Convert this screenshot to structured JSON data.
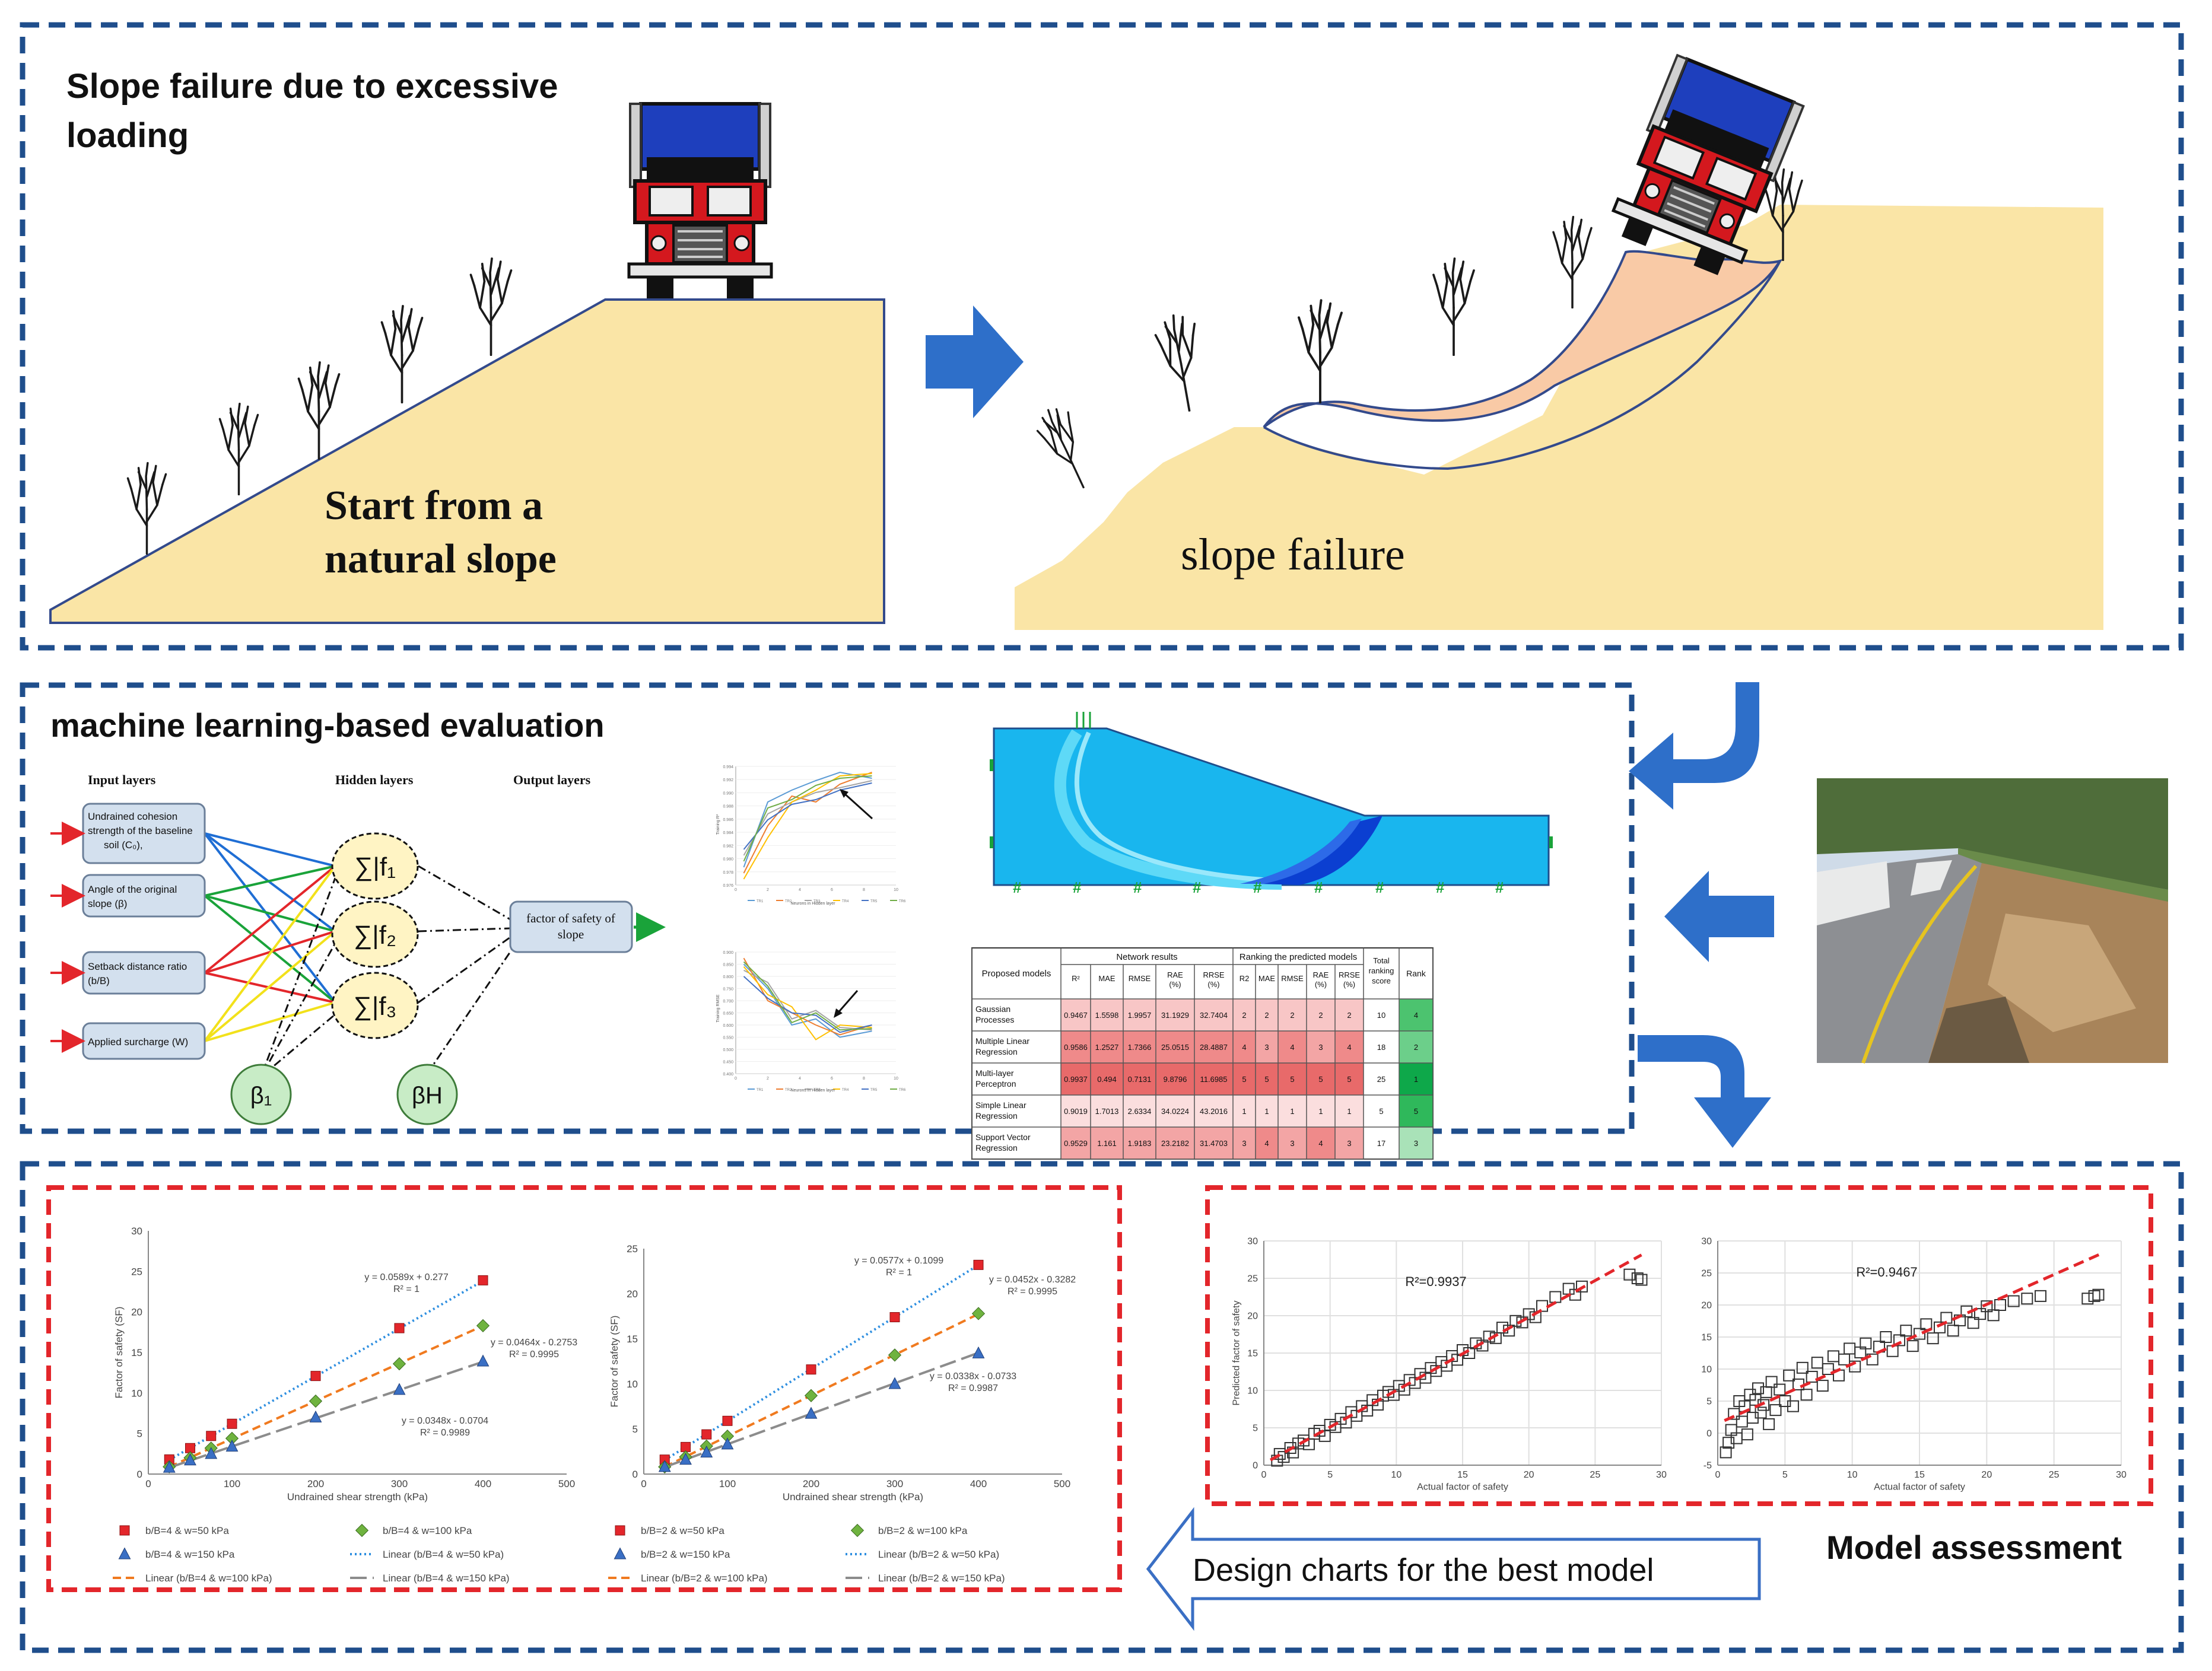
{
  "panel1": {
    "title_line1": "Slope failure due to excessive",
    "title_line2": "loading",
    "natural_line1": "Start from a",
    "natural_line2": "natural slope",
    "failure_label": "slope failure"
  },
  "panel2": {
    "title": "machine learning-based evaluation",
    "nn": {
      "input_header": "Input layers",
      "hidden_header": "Hidden layers",
      "output_header": "Output layers",
      "inputs": [
        [
          "Undrained cohesion",
          "strength of the baseline",
          "soil (C₀),"
        ],
        [
          "Angle of the original",
          "slope (β)"
        ],
        [
          "Setback distance ratio",
          "(b/B)"
        ],
        [
          "Applied surcharge (W)"
        ]
      ],
      "hidden_nodes": [
        "∑|f₁",
        "∑|f₂",
        "∑|f₃"
      ],
      "output_node": [
        "factor of safety of",
        "slope"
      ],
      "bias_input": "β₁",
      "bias_hidden": "βH"
    },
    "mini_chart_top": {
      "xlabel": "Neurons in Hidden layer",
      "ylabel": "Training R²",
      "xticks": [
        "0",
        "2",
        "4",
        "6",
        "8",
        "10"
      ],
      "yticks": [
        "0.994",
        "0.992",
        "0.990",
        "0.988",
        "0.986",
        "0.984",
        "0.982",
        "0.980",
        "0.978",
        "0.976"
      ],
      "legend": [
        "TR1",
        "TR2",
        "TR3",
        "TR4",
        "TR5",
        "TR6"
      ]
    },
    "mini_chart_bottom": {
      "xlabel": "Neurons in Hidden layer",
      "ylabel": "Training RMSE",
      "xticks": [
        "0",
        "2",
        "4",
        "6",
        "8",
        "10"
      ],
      "yticks": [
        "0.900",
        "0.850",
        "0.800",
        "0.750",
        "0.700",
        "0.650",
        "0.600",
        "0.550",
        "0.500",
        "0.450",
        "0.400"
      ],
      "legend": [
        "TR1",
        "TR2",
        "TR3",
        "TR4",
        "TR5",
        "TR6"
      ]
    },
    "table": {
      "group_network": "Network results",
      "group_ranking": "Ranking the predicted models",
      "col_models": "Proposed models",
      "net_cols": [
        "R²",
        "MAE",
        "RMSE",
        "RAE (%)",
        "RRSE (%)"
      ],
      "rank_cols": [
        "R2",
        "MAE",
        "RMSE",
        "RAE (%)",
        "RRSE (%)"
      ],
      "col_total": "Total ranking score",
      "col_rank": "Rank",
      "rows": [
        {
          "model": "Gaussian Processes",
          "net": [
            "0.9467",
            "1.5598",
            "1.9957",
            "31.1929",
            "32.7404"
          ],
          "ranks": [
            "2",
            "2",
            "2",
            "2",
            "2"
          ],
          "total": "10",
          "rank": "4"
        },
        {
          "model": "Multiple Linear Regression",
          "net": [
            "0.9586",
            "1.2527",
            "1.7366",
            "25.0515",
            "28.4887"
          ],
          "ranks": [
            "4",
            "3",
            "4",
            "3",
            "4"
          ],
          "total": "18",
          "rank": "2"
        },
        {
          "model": "Multi-layer Perceptron",
          "net": [
            "0.9937",
            "0.494",
            "0.7131",
            "9.8796",
            "11.6985"
          ],
          "ranks": [
            "5",
            "5",
            "5",
            "5",
            "5"
          ],
          "total": "25",
          "rank": "1"
        },
        {
          "model": "Simple Linear Regression",
          "net": [
            "0.9019",
            "1.7013",
            "2.6334",
            "34.0224",
            "43.2016"
          ],
          "ranks": [
            "1",
            "1",
            "1",
            "1",
            "1"
          ],
          "total": "5",
          "rank": "5"
        },
        {
          "model": "Support Vector Regression",
          "net": [
            "0.9529",
            "1.161",
            "1.9183",
            "23.2182",
            "31.4703"
          ],
          "ranks": [
            "3",
            "4",
            "3",
            "4",
            "3"
          ],
          "total": "17",
          "rank": "3"
        }
      ]
    }
  },
  "panel3": {
    "design_label": "Design charts for the best model",
    "assessment_label": "Model assessment"
  },
  "chart_data": [
    {
      "type": "scatter",
      "xlabel": "Undrained shear strength (kPa)",
      "ylabel": "Factor of safety (SF)",
      "xlim": [
        0,
        500
      ],
      "ylim": [
        0,
        30
      ],
      "xticks": [
        0,
        100,
        200,
        300,
        400,
        500
      ],
      "yticks": [
        0,
        5,
        10,
        15,
        20,
        25,
        30
      ],
      "series": [
        {
          "name": "b/B=4 & w=50 kPa",
          "marker": "square",
          "color": "#e3262b",
          "x": [
            25,
            50,
            75,
            100,
            200,
            300,
            400
          ],
          "y": [
            1.8,
            3.2,
            4.7,
            6.2,
            12.1,
            18.0,
            23.9
          ]
        },
        {
          "name": "b/B=4 & w=100 kPa",
          "marker": "diamond",
          "color": "#6fb33f",
          "x": [
            25,
            50,
            75,
            100,
            200,
            300,
            400
          ],
          "y": [
            0.9,
            2.0,
            3.2,
            4.4,
            9.0,
            13.6,
            18.3
          ]
        },
        {
          "name": "b/B=4 & w=150 kPa",
          "marker": "triangle",
          "color": "#3a6fc4",
          "x": [
            25,
            50,
            75,
            100,
            200,
            300,
            400
          ],
          "y": [
            0.8,
            1.7,
            2.5,
            3.4,
            7.0,
            10.4,
            13.9
          ]
        }
      ],
      "trendlines": [
        {
          "name": "Linear (b/B=4 & w=50 kPa)",
          "color": "#2f8fe0",
          "dash": "dot",
          "slope": 0.0589,
          "intercept": 0.277,
          "equation": "y = 0.0589x + 0.277",
          "r2": "R² = 1"
        },
        {
          "name": "Linear (b/B=4 & w=100 kPa)",
          "color": "#f07a1f",
          "dash": "dash",
          "slope": 0.0464,
          "intercept": -0.2753,
          "equation": "y = 0.0464x - 0.2753",
          "r2": "R² = 0.9995"
        },
        {
          "name": "Linear (b/B=4 & w=150 kPa)",
          "color": "#8c8c8c",
          "dash": "longdash",
          "slope": 0.0348,
          "intercept": -0.0704,
          "equation": "y = 0.0348x - 0.0704",
          "r2": "R² = 0.9989"
        }
      ]
    },
    {
      "type": "scatter",
      "xlabel": "Undrained shear strength (kPa)",
      "ylabel": "Factor of safety (SF)",
      "xlim": [
        0,
        500
      ],
      "ylim": [
        0,
        25
      ],
      "xticks": [
        0,
        100,
        200,
        300,
        400,
        500
      ],
      "yticks": [
        0,
        5,
        10,
        15,
        20,
        25
      ],
      "series": [
        {
          "name": "b/B=2 & w=50 kPa",
          "marker": "square",
          "color": "#e3262b",
          "x": [
            25,
            50,
            75,
            100,
            200,
            300,
            400
          ],
          "y": [
            1.6,
            3.0,
            4.4,
            5.9,
            11.6,
            17.4,
            23.2
          ]
        },
        {
          "name": "b/B=2 & w=100 kPa",
          "marker": "diamond",
          "color": "#6fb33f",
          "x": [
            25,
            50,
            75,
            100,
            200,
            300,
            400
          ],
          "y": [
            0.8,
            1.9,
            3.1,
            4.2,
            8.7,
            13.2,
            17.8
          ]
        },
        {
          "name": "b/B=2 & w=150 kPa",
          "marker": "triangle",
          "color": "#3a6fc4",
          "x": [
            25,
            50,
            75,
            100,
            200,
            300,
            400
          ],
          "y": [
            0.8,
            1.6,
            2.4,
            3.3,
            6.7,
            10.0,
            13.4
          ]
        }
      ],
      "trendlines": [
        {
          "name": "Linear (b/B=2 & w=50 kPa)",
          "color": "#2f8fe0",
          "dash": "dot",
          "slope": 0.0577,
          "intercept": 0.1099,
          "equation": "y = 0.0577x + 0.1099",
          "r2": "R² = 1"
        },
        {
          "name": "Linear (b/B=2 & w=100 kPa)",
          "color": "#f07a1f",
          "dash": "dash",
          "slope": 0.0452,
          "intercept": -0.3282,
          "equation": "y = 0.0452x - 0.3282",
          "r2": "R² = 0.9995"
        },
        {
          "name": "Linear (b/B=2 & w=150 kPa)",
          "color": "#8c8c8c",
          "dash": "longdash",
          "slope": 0.0338,
          "intercept": -0.0733,
          "equation": "y = 0.0338x - 0.0733",
          "r2": "R² = 0.9987"
        }
      ]
    },
    {
      "type": "scatter",
      "xlabel": "Actual factor of safety",
      "ylabel": "Predicted factor of safety",
      "xlim": [
        0,
        30
      ],
      "ylim": [
        0,
        30
      ],
      "xticks": [
        0,
        5,
        10,
        15,
        20,
        25,
        30
      ],
      "yticks": [
        0,
        5,
        10,
        15,
        20,
        25,
        30
      ],
      "annotation": "R²=0.9937",
      "fit": {
        "slope": 0.98,
        "intercept": 0.2
      },
      "points": [
        [
          1,
          0.6
        ],
        [
          1.2,
          1.5
        ],
        [
          1.5,
          1.1
        ],
        [
          2,
          2.3
        ],
        [
          2.2,
          1.7
        ],
        [
          2.6,
          2.9
        ],
        [
          3,
          3.3
        ],
        [
          3.4,
          2.8
        ],
        [
          3.8,
          4.2
        ],
        [
          4.2,
          4.6
        ],
        [
          4.6,
          3.9
        ],
        [
          5,
          5.4
        ],
        [
          5.4,
          5.1
        ],
        [
          5.8,
          6.2
        ],
        [
          6.2,
          5.7
        ],
        [
          6.6,
          7.1
        ],
        [
          7,
          6.6
        ],
        [
          7.4,
          7.9
        ],
        [
          7.8,
          7.3
        ],
        [
          8.2,
          8.7
        ],
        [
          8.6,
          8.1
        ],
        [
          9,
          9.3
        ],
        [
          9.4,
          9.8
        ],
        [
          9.8,
          9.4
        ],
        [
          10.2,
          10.6
        ],
        [
          10.6,
          10.1
        ],
        [
          11,
          11.4
        ],
        [
          11.4,
          11.0
        ],
        [
          11.8,
          12.2
        ],
        [
          12.2,
          11.7
        ],
        [
          12.6,
          13.0
        ],
        [
          13,
          12.6
        ],
        [
          13.4,
          13.8
        ],
        [
          13.8,
          13.3
        ],
        [
          14.2,
          14.6
        ],
        [
          14.6,
          14.1
        ],
        [
          15,
          15.4
        ],
        [
          15.5,
          15.0
        ],
        [
          16,
          16.3
        ],
        [
          16.5,
          16.0
        ],
        [
          17,
          17.2
        ],
        [
          17.5,
          17.0
        ],
        [
          18,
          18.4
        ],
        [
          18.5,
          18.0
        ],
        [
          19,
          19.3
        ],
        [
          19.5,
          19.1
        ],
        [
          20,
          20.2
        ],
        [
          20.5,
          19.8
        ],
        [
          21,
          21.3
        ],
        [
          22,
          22.5
        ],
        [
          23,
          23.6
        ],
        [
          23.5,
          22.8
        ],
        [
          24,
          23.9
        ],
        [
          27.6,
          25.5
        ],
        [
          28.2,
          25.0
        ],
        [
          28.5,
          24.8
        ]
      ]
    },
    {
      "type": "scatter",
      "xlabel": "Actual factor of safety",
      "ylabel": "",
      "xlim": [
        0,
        30
      ],
      "ylim": [
        -5,
        30
      ],
      "xticks": [
        0,
        5,
        10,
        15,
        20,
        25,
        30
      ],
      "yticks": [
        -5,
        0,
        5,
        10,
        15,
        20,
        25,
        30
      ],
      "annotation": "R²=0.9467",
      "fit": {
        "slope": 0.93,
        "intercept": 1.5
      },
      "points": [
        [
          0.6,
          -3.0
        ],
        [
          0.8,
          -1.5
        ],
        [
          1,
          0.5
        ],
        [
          1.2,
          3.0
        ],
        [
          1.4,
          -0.8
        ],
        [
          1.6,
          5.0
        ],
        [
          1.8,
          1.8
        ],
        [
          2,
          4.2
        ],
        [
          2.2,
          -0.2
        ],
        [
          2.4,
          6.0
        ],
        [
          2.6,
          2.4
        ],
        [
          2.8,
          5.2
        ],
        [
          3,
          7.0
        ],
        [
          3.2,
          3.2
        ],
        [
          3.4,
          4.4
        ],
        [
          3.6,
          6.4
        ],
        [
          3.8,
          1.4
        ],
        [
          4,
          8.0
        ],
        [
          4.3,
          3.6
        ],
        [
          4.6,
          6.8
        ],
        [
          5,
          5.0
        ],
        [
          5.3,
          9.0
        ],
        [
          5.6,
          4.2
        ],
        [
          6,
          7.6
        ],
        [
          6.3,
          10.2
        ],
        [
          6.6,
          6.0
        ],
        [
          7,
          8.8
        ],
        [
          7.4,
          11.0
        ],
        [
          7.8,
          7.4
        ],
        [
          8.2,
          10.0
        ],
        [
          8.6,
          12.0
        ],
        [
          9,
          9.0
        ],
        [
          9.4,
          11.5
        ],
        [
          9.8,
          13.2
        ],
        [
          10.2,
          10.4
        ],
        [
          10.6,
          12.6
        ],
        [
          11,
          14.0
        ],
        [
          11.5,
          11.5
        ],
        [
          12,
          13.5
        ],
        [
          12.5,
          15.0
        ],
        [
          13,
          12.8
        ],
        [
          13.5,
          14.5
        ],
        [
          14,
          16.0
        ],
        [
          14.5,
          13.6
        ],
        [
          15,
          15.5
        ],
        [
          15.5,
          17.0
        ],
        [
          16,
          14.8
        ],
        [
          16.5,
          16.5
        ],
        [
          17,
          18.0
        ],
        [
          17.5,
          16.0
        ],
        [
          18,
          17.6
        ],
        [
          18.5,
          19.0
        ],
        [
          19,
          17.2
        ],
        [
          19.5,
          18.6
        ],
        [
          20,
          19.8
        ],
        [
          20.5,
          18.4
        ],
        [
          21,
          20.0
        ],
        [
          22,
          20.6
        ],
        [
          23,
          21.0
        ],
        [
          24,
          21.4
        ],
        [
          27.5,
          21.0
        ],
        [
          28,
          21.4
        ],
        [
          28.3,
          21.6
        ]
      ]
    }
  ]
}
